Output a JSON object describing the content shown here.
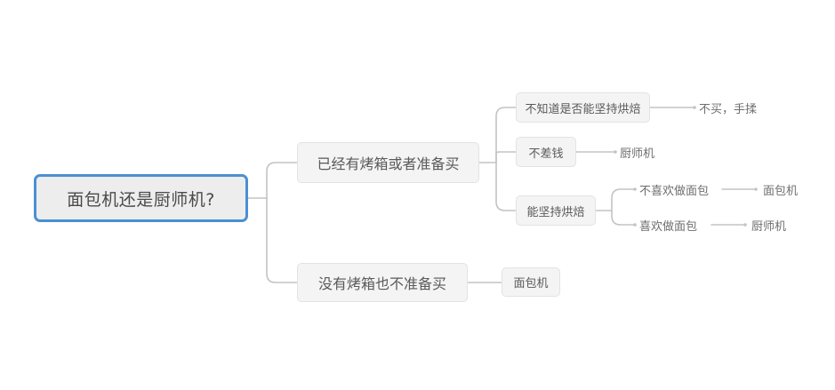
{
  "diagram": {
    "type": "mind-map",
    "title": "面包机还是厨师机?",
    "colors": {
      "root_border": "#4a90d2",
      "root_fill": "#ededed",
      "box_fill": "#f4f4f4",
      "box_border": "#e3e3e3",
      "connector": "#c3c3c3",
      "text": "#595959"
    },
    "nodes": {
      "root": {
        "label": "面包机还是厨师机?"
      },
      "branch_has_oven": {
        "label": "已经有烤箱或者准备买"
      },
      "branch_no_oven": {
        "label": "没有烤箱也不准备买"
      },
      "unsure_baking": {
        "label": "不知道是否能坚持烘焙"
      },
      "not_short_money": {
        "label": "不差钱"
      },
      "can_persist_baking": {
        "label": "能坚持烘焙"
      },
      "leaf_hand_knead": {
        "label": "不买，手揉"
      },
      "leaf_chef_machine_1": {
        "label": "厨师机"
      },
      "leaf_dislike_bread": {
        "label": "不喜欢做面包"
      },
      "leaf_like_bread": {
        "label": "喜欢做面包"
      },
      "leaf_bread_machine_1": {
        "label": "面包机"
      },
      "leaf_chef_machine_2": {
        "label": "厨师机"
      },
      "leaf_bread_machine_2": {
        "label": "面包机"
      }
    }
  }
}
